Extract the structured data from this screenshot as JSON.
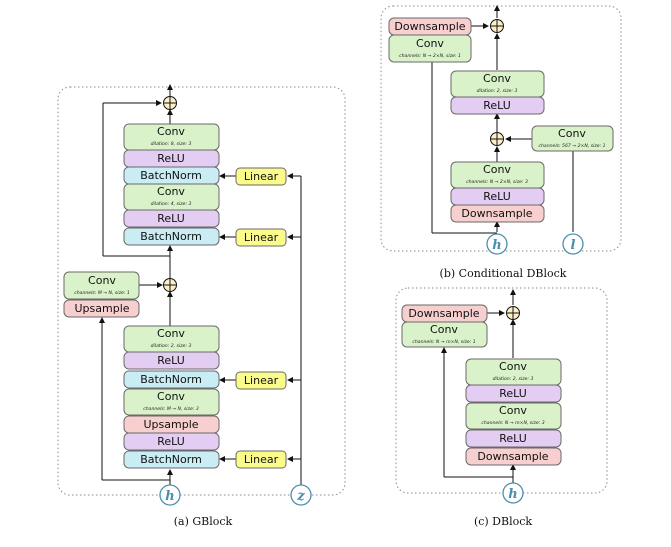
{
  "gblock": {
    "caption": "(a) GBlock",
    "top": {
      "conv1": {
        "label": "Conv",
        "sub": "dilation: 8, size: 3"
      },
      "relu1": "ReLU",
      "bn1": "BatchNorm",
      "conv2": {
        "label": "Conv",
        "sub": "dilation: 4, size: 3"
      },
      "relu2": "ReLU",
      "bn2": "BatchNorm",
      "linear1": "Linear",
      "linear2": "Linear"
    },
    "skip": {
      "conv": {
        "label": "Conv",
        "sub": "channels: M → N, size: 1"
      },
      "upsample": "Upsample"
    },
    "bottom": {
      "conv1": {
        "label": "Conv",
        "sub": "dilation: 2, size: 3"
      },
      "relu1": "ReLU",
      "bn1": "BatchNorm",
      "conv2": {
        "label": "Conv",
        "sub": "channels: M → N, size: 3"
      },
      "upsample": "Upsample",
      "relu2": "ReLU",
      "bn2": "BatchNorm",
      "linear1": "Linear",
      "linear2": "Linear"
    },
    "inputs": {
      "h": "h",
      "z": "z"
    }
  },
  "cond_dblock": {
    "caption": "(b) Conditional DBlock",
    "skip": {
      "downsample": "Downsample",
      "conv": {
        "label": "Conv",
        "sub": "channels: N → 2×N, size: 1"
      }
    },
    "main": {
      "conv_top": {
        "label": "Conv",
        "sub": "dilation: 2, size: 3"
      },
      "relu_top": "ReLU",
      "conv_bottom": {
        "label": "Conv",
        "sub": "channels: N → 2×N, size: 3"
      },
      "relu_bottom": "ReLU",
      "downsample": "Downsample"
    },
    "cond": {
      "label": "Conv",
      "sub": "channels: 567 → 2×N, size: 1"
    },
    "inputs": {
      "h": "h",
      "l": "l"
    }
  },
  "dblock": {
    "caption": "(c) DBlock",
    "skip": {
      "downsample": "Downsample",
      "conv": {
        "label": "Conv",
        "sub": "channels: N → m×N, size: 1"
      }
    },
    "main": {
      "conv_top": {
        "label": "Conv",
        "sub": "dilation: 2, size: 3"
      },
      "relu_top": "ReLU",
      "conv_bottom": {
        "label": "Conv",
        "sub": "channels: N → m×N, size: 3"
      },
      "relu_bottom": "ReLU",
      "downsample": "Downsample"
    },
    "inputs": {
      "h": "h"
    }
  },
  "colors": {
    "conv": "#d9f2c9",
    "relu": "#e3cdf2",
    "batchnorm": "#c9ecf5",
    "linear": "#fbfb8c",
    "sample": "#f7cfcf",
    "input_circle": "#4a8fae",
    "sum_node": "#fdf0c8"
  }
}
